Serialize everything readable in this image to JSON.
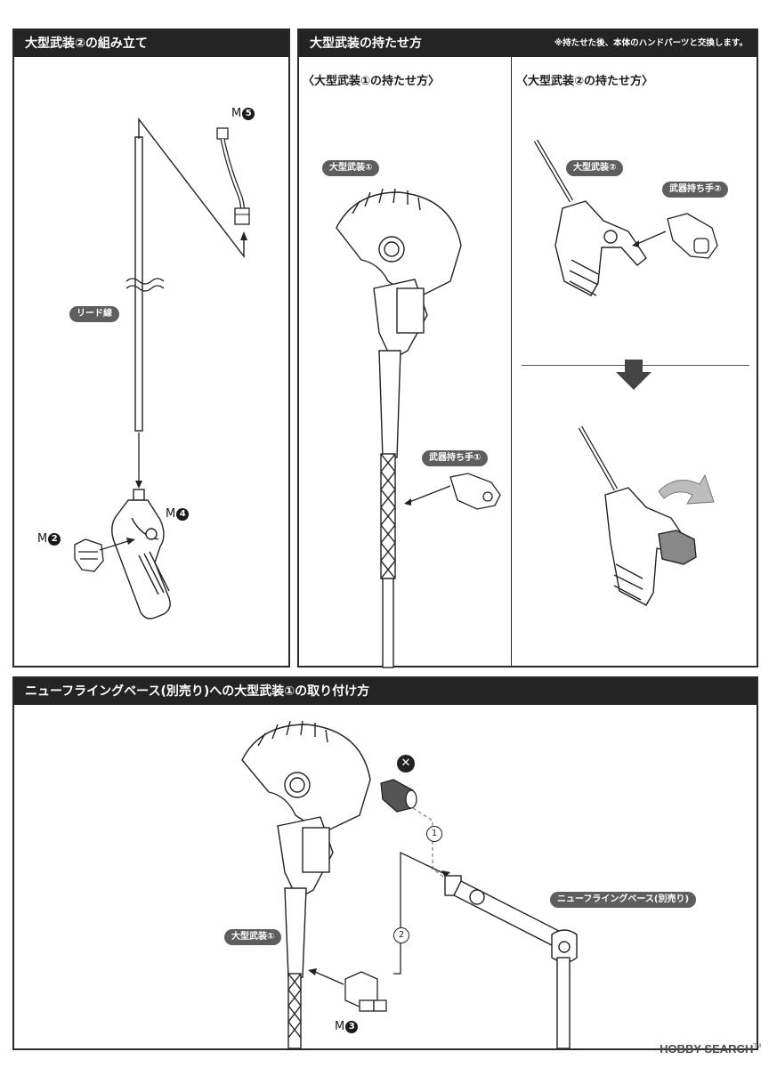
{
  "panel_left": {
    "title": "大型武装②の組み立て",
    "labels": {
      "m5": {
        "prefix": "M",
        "num": "5"
      },
      "lead_wire": "リード線",
      "m4": {
        "prefix": "M",
        "num": "4"
      },
      "m2": {
        "prefix": "M",
        "num": "2"
      }
    }
  },
  "panel_right": {
    "title": "大型武装の持たせ方",
    "note": "※持たせた後、本体のハンドパーツと交換します。",
    "left_sub": "〈大型武装①の持たせ方〉",
    "right_sub": "〈大型武装②の持たせ方〉",
    "labels": {
      "weapon1": "大型武装①",
      "hand1": "武器持ち手①",
      "weapon2": "大型武装②",
      "hand2": "武器持ち手②"
    }
  },
  "panel_bottom": {
    "title": "ニューフライングベース(別売り)への大型武装①の取り付け方",
    "labels": {
      "x_mark": "✕",
      "step1": "1",
      "step2": "2",
      "base": "ニューフライングベース(別売り)",
      "weapon1": "大型武装①",
      "m3": {
        "prefix": "M",
        "num": "3"
      }
    }
  },
  "watermark": {
    "logo": "HOBBY SEARCH",
    "tm": "TM"
  },
  "icons": [
    "down-arrow-icon",
    "rotate-arrow-icon",
    "x-mark-icon"
  ],
  "colors": {
    "header_bg": "#242424",
    "tag_bg": "#5e5e5e",
    "line": "#2a2a2a"
  }
}
